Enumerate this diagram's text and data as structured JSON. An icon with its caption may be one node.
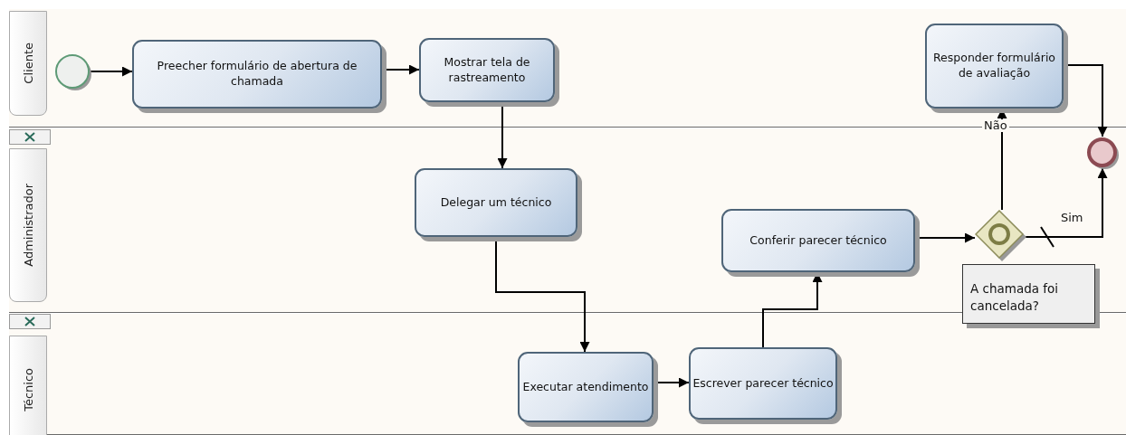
{
  "diagram": {
    "nodes": [
      {
        "text": [
          "Cliente"
        ]
      },
      {
        "text": [],
        "shape": "circle",
        "in": 0
      },
      {
        "text": [
          "Preecher formulário de abertura de chamada"
        ],
        "in": 0
      },
      {
        "text": [
          "Mostrar tela de rastreamento"
        ],
        "in": 0
      },
      {
        "text": [
          "Responder formulário de avaliação"
        ],
        "in": 0
      },
      {
        "text": [
          "Administrador"
        ]
      },
      {
        "text": [
          "Delegar um técnico"
        ],
        "in": 5
      },
      {
        "text": [
          "Conferir parecer técnico"
        ],
        "in": 5
      },
      {
        "text": [],
        "shape": "diamond",
        "in": 5
      },
      {
        "text": [],
        "shape": "circle",
        "in": 5
      },
      {
        "text": [
          "A chamada foi cancelada?"
        ]
      },
      {
        "text": [
          "Técnico"
        ]
      },
      {
        "text": [
          "Executar atendimento"
        ],
        "in": 11
      },
      {
        "text": [
          "Escrever parecer técnico"
        ],
        "in": 11
      }
    ],
    "edges": [
      {
        "from": 1,
        "to": 2,
        "arrow": "to"
      },
      {
        "from": 2,
        "to": 3,
        "arrow": "to"
      },
      {
        "from": 3,
        "to": 6,
        "arrow": "to"
      },
      {
        "from": 6,
        "to": 12,
        "arrow": "to"
      },
      {
        "from": 12,
        "to": 13,
        "arrow": "to"
      },
      {
        "from": 13,
        "to": 7,
        "arrow": "to"
      },
      {
        "from": 7,
        "to": 8,
        "arrow": "to"
      },
      {
        "from": 8,
        "to": 4,
        "arrow": "to",
        "label": "Não"
      },
      {
        "from": 8,
        "to": 9,
        "arrow": "to",
        "label": "Sim"
      },
      {
        "from": 4,
        "to": 9,
        "arrow": "to"
      }
    ]
  }
}
